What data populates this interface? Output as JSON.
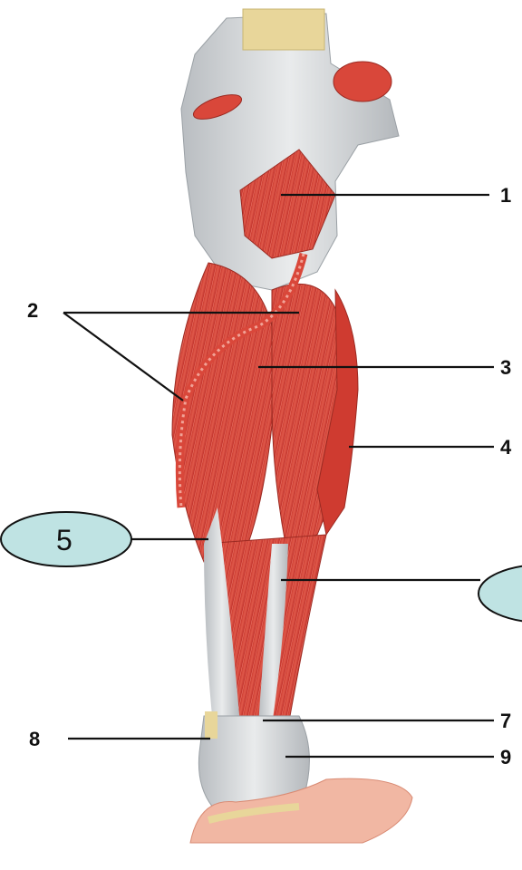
{
  "labels": {
    "l1": "1",
    "l2": "2",
    "l3": "3",
    "l4": "4",
    "l5": "5",
    "l7": "7",
    "l8": "8",
    "l9": "9"
  },
  "colors": {
    "muscle": "#d9473a",
    "muscle_dark": "#b52a22",
    "tendon": "#d7dadc",
    "bone": "#e8d69a",
    "oval_fill": "#bfe3e3",
    "line": "#111111"
  }
}
